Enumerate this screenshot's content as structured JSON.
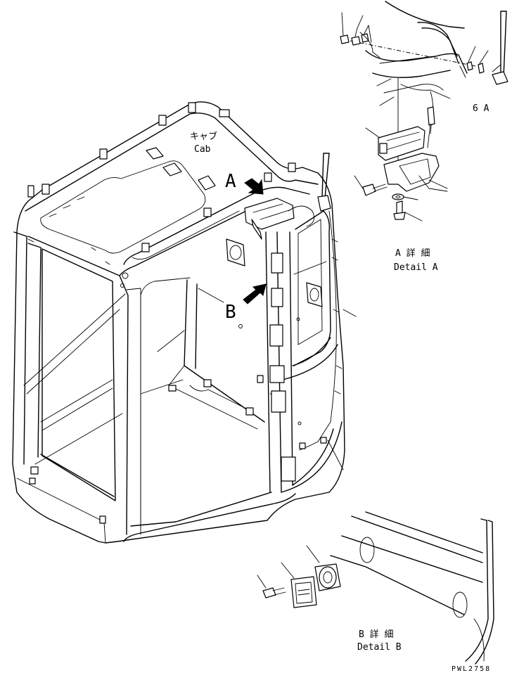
{
  "labels": {
    "cab_jp": "キャブ",
    "cab_en": "Cab",
    "view_a": "A",
    "view_b": "B",
    "detail_a_jp": "A 詳 細",
    "detail_a_en": "Detail A",
    "detail_b_jp": "B 詳 細",
    "detail_b_en": "Detail B",
    "part_6a": "6 A",
    "drawing_no": "PWL2758"
  }
}
